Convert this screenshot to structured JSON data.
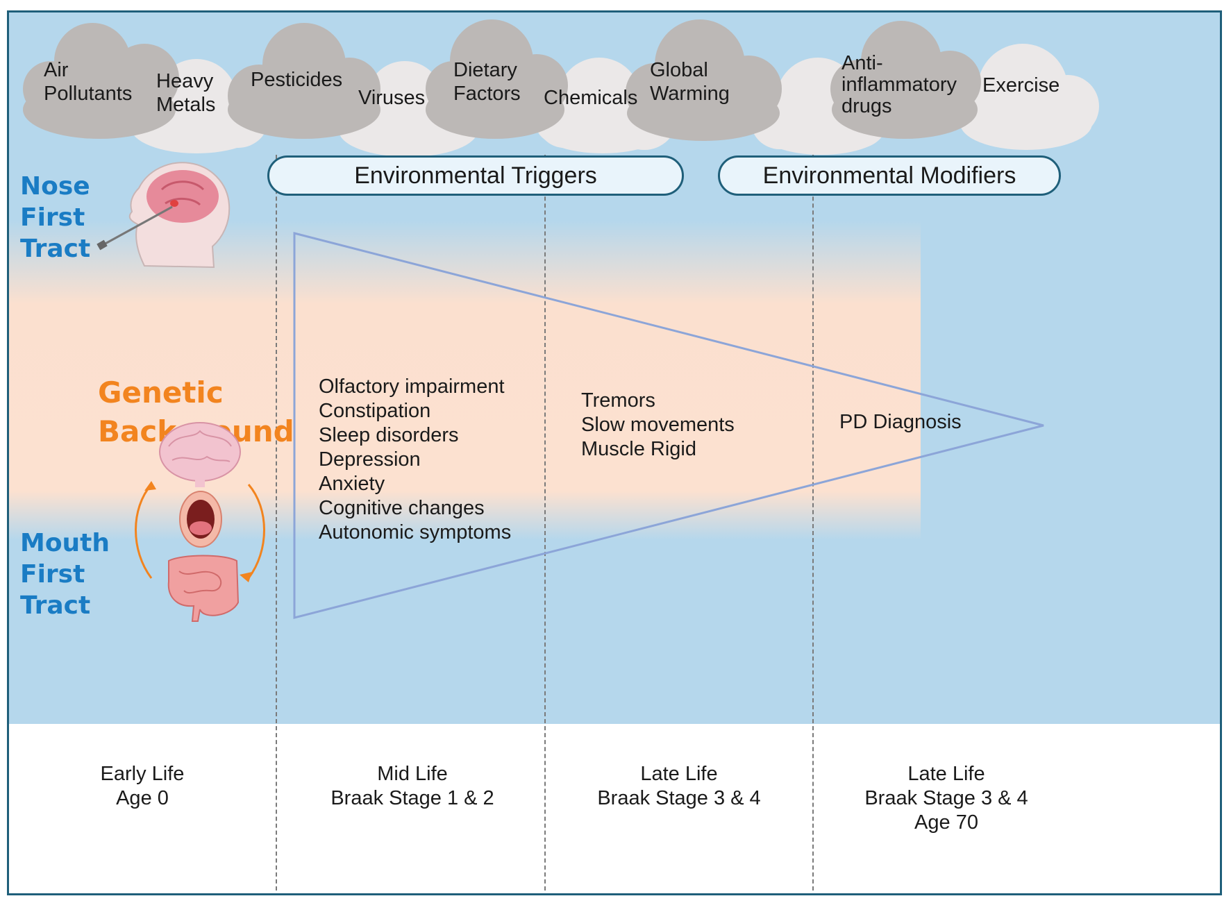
{
  "clouds": [
    {
      "id": "air-pollutants",
      "lines": [
        "Air",
        "Pollutants"
      ]
    },
    {
      "id": "heavy-metals",
      "lines": [
        "Heavy",
        "Metals"
      ]
    },
    {
      "id": "pesticides",
      "lines": [
        "Pesticides"
      ]
    },
    {
      "id": "viruses",
      "lines": [
        "Viruses"
      ]
    },
    {
      "id": "dietary-factors",
      "lines": [
        "Dietary",
        "Factors"
      ]
    },
    {
      "id": "chemicals",
      "lines": [
        "Chemicals"
      ]
    },
    {
      "id": "global-warming",
      "lines": [
        "Global",
        "Warming"
      ]
    },
    {
      "id": "anti-inflammatory",
      "lines": [
        "Anti-",
        "inflammatory",
        "drugs"
      ]
    },
    {
      "id": "exercise",
      "lines": [
        "Exercise"
      ]
    }
  ],
  "triggers_label": "Environmental Triggers",
  "modifiers_label": "Environmental Modifiers",
  "nose_tract": [
    "Nose",
    "First",
    "Tract"
  ],
  "mouth_tract": [
    "Mouth",
    "First",
    "Tract"
  ],
  "genetic": [
    "Genetic",
    "Background"
  ],
  "early_symptoms": [
    "Olfactory impairment",
    "Constipation",
    "Sleep disorders",
    "Depression",
    "Anxiety",
    "Cognitive changes",
    "Autonomic symptoms"
  ],
  "motor_symptoms": [
    "Tremors",
    "Slow movements",
    "Muscle Rigid"
  ],
  "diagnosis": "PD Diagnosis",
  "stages": [
    {
      "lines": [
        "Early Life",
        "Age 0"
      ]
    },
    {
      "lines": [
        "Mid Life",
        "Braak Stage 1 & 2"
      ]
    },
    {
      "lines": [
        "Late Life",
        "Braak Stage 3 & 4"
      ]
    },
    {
      "lines": [
        "Late Life",
        "Braak Stage 3 & 4",
        "Age 70"
      ]
    }
  ],
  "colors": {
    "sky_blue": "#b5d7ec",
    "peach": "#fce1d0",
    "dark_cloud": "#bcb8b6",
    "light_cloud": "#ebe8e8",
    "tract_blue": "#1a7cc4",
    "genetic_orange": "#f2841f",
    "triangle": "#8ca5d8",
    "frame": "#1f5f7a"
  }
}
